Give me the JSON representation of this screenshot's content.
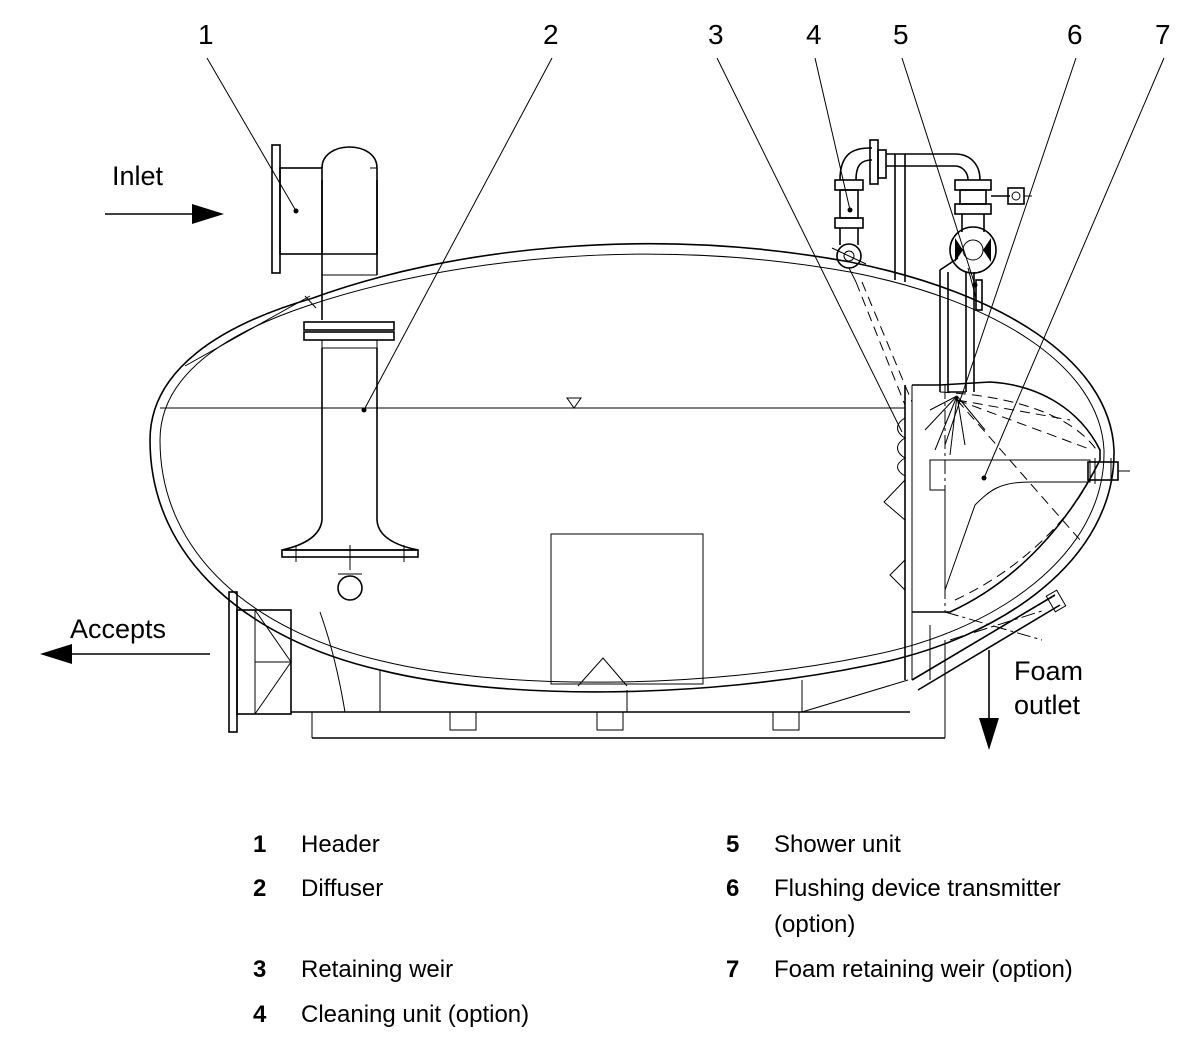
{
  "callouts": [
    {
      "num": "1"
    },
    {
      "num": "2"
    },
    {
      "num": "3"
    },
    {
      "num": "4"
    },
    {
      "num": "5"
    },
    {
      "num": "6"
    },
    {
      "num": "7"
    }
  ],
  "flow_labels": {
    "inlet": "Inlet",
    "accepts": "Accepts",
    "foam_outlet_line1": "Foam",
    "foam_outlet_line2": "outlet"
  },
  "legend": [
    {
      "num": "1",
      "text": "Header"
    },
    {
      "num": "2",
      "text": "Diffuser"
    },
    {
      "num": "3",
      "text": "Retaining weir"
    },
    {
      "num": "4",
      "text": "Cleaning unit (option)"
    },
    {
      "num": "5",
      "text": "Shower unit"
    },
    {
      "num": "6",
      "text": "Flushing device transmitter",
      "text2": "(option)"
    },
    {
      "num": "7",
      "text": "Foam retaining weir (option)"
    }
  ]
}
